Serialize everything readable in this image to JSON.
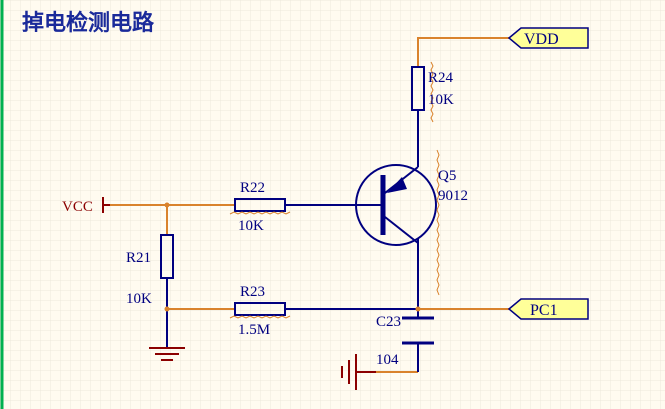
{
  "title": "掉电检测电路",
  "colors": {
    "background": "#fffbf0",
    "grid": "#ece8dc",
    "wire_blue": "#000080",
    "wire_orange": "#d9822b",
    "net_port_fill": "#ffff99",
    "net_label_red": "#8b0000",
    "left_border": "#00b050"
  },
  "net_labels": {
    "vdd": "VDD",
    "pc1": "PC1",
    "vcc": "VCC"
  },
  "components": {
    "r24": {
      "designator": "R24",
      "value": "10K"
    },
    "q5": {
      "designator": "Q5",
      "value": "9012"
    },
    "r22": {
      "designator": "R22",
      "value": "10K"
    },
    "r21": {
      "designator": "R21",
      "value": "10K"
    },
    "r23": {
      "designator": "R23",
      "value": "1.5M"
    },
    "c23": {
      "designator": "C23",
      "value": "104"
    }
  },
  "icons": [
    "ground-icon",
    "ground-icon-rotated",
    "pnp-transistor-icon",
    "resistor-icon",
    "capacitor-icon"
  ]
}
